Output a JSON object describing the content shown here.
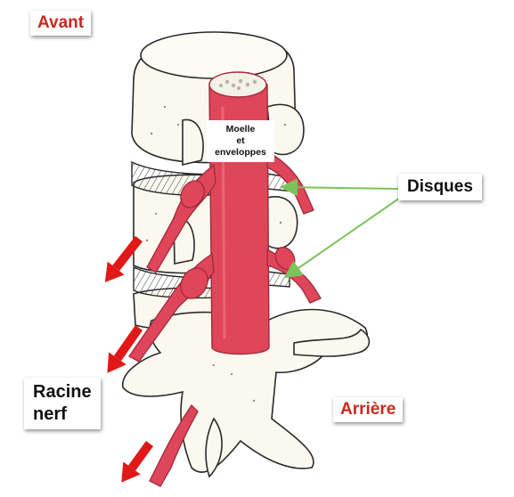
{
  "labels": {
    "front": "Avant",
    "back": "Arrière",
    "discs": "Disques",
    "cord_line1": "Moelle",
    "cord_line2": "et",
    "cord_line3": "enveloppes",
    "nerve_root_line1": "Racine",
    "nerve_root_line2": "nerf"
  },
  "colors": {
    "label_red": "#c8281e",
    "nerve_red": "#e0465a",
    "arrow_red": "#e01818",
    "pointer_green": "#7cc35a",
    "bone_fill": "#fbf8ef",
    "bone_stroke": "#2a2a2a"
  }
}
